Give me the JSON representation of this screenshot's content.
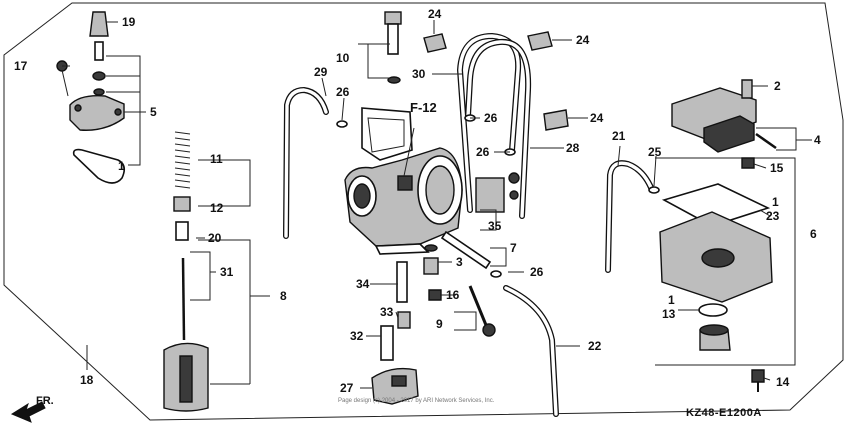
{
  "diagram": {
    "code": "KZ48-E1200A",
    "figure_ref": "F-12",
    "direction_label": "FR.",
    "watermark": "Page design (c) 2004 - 2017 by ARI Network Services, Inc.",
    "callouts": [
      {
        "id": "c1a",
        "text": "1"
      },
      {
        "id": "c1b",
        "text": "1"
      },
      {
        "id": "c1c",
        "text": "1"
      },
      {
        "id": "c2",
        "text": "2"
      },
      {
        "id": "c3",
        "text": "3"
      },
      {
        "id": "c4",
        "text": "4"
      },
      {
        "id": "c5",
        "text": "5"
      },
      {
        "id": "c6",
        "text": "6"
      },
      {
        "id": "c7",
        "text": "7"
      },
      {
        "id": "c8",
        "text": "8"
      },
      {
        "id": "c9",
        "text": "9"
      },
      {
        "id": "c10",
        "text": "10"
      },
      {
        "id": "c11",
        "text": "11"
      },
      {
        "id": "c12",
        "text": "12"
      },
      {
        "id": "c13",
        "text": "13"
      },
      {
        "id": "c14",
        "text": "14"
      },
      {
        "id": "c15",
        "text": "15"
      },
      {
        "id": "c16",
        "text": "16"
      },
      {
        "id": "c17",
        "text": "17"
      },
      {
        "id": "c18",
        "text": "18"
      },
      {
        "id": "c19",
        "text": "19"
      },
      {
        "id": "c20",
        "text": "20"
      },
      {
        "id": "c21",
        "text": "21"
      },
      {
        "id": "c22",
        "text": "22"
      },
      {
        "id": "c23",
        "text": "23"
      },
      {
        "id": "c24a",
        "text": "24"
      },
      {
        "id": "c24b",
        "text": "24"
      },
      {
        "id": "c24c",
        "text": "24"
      },
      {
        "id": "c25",
        "text": "25"
      },
      {
        "id": "c26a",
        "text": "26"
      },
      {
        "id": "c26b",
        "text": "26"
      },
      {
        "id": "c26c",
        "text": "26"
      },
      {
        "id": "c26d",
        "text": "26"
      },
      {
        "id": "c27",
        "text": "27"
      },
      {
        "id": "c28",
        "text": "28"
      },
      {
        "id": "c29",
        "text": "29"
      },
      {
        "id": "c30",
        "text": "30"
      },
      {
        "id": "c31",
        "text": "31"
      },
      {
        "id": "c32",
        "text": "32"
      },
      {
        "id": "c33",
        "text": "33"
      },
      {
        "id": "c34",
        "text": "34"
      },
      {
        "id": "c35",
        "text": "35"
      }
    ]
  }
}
